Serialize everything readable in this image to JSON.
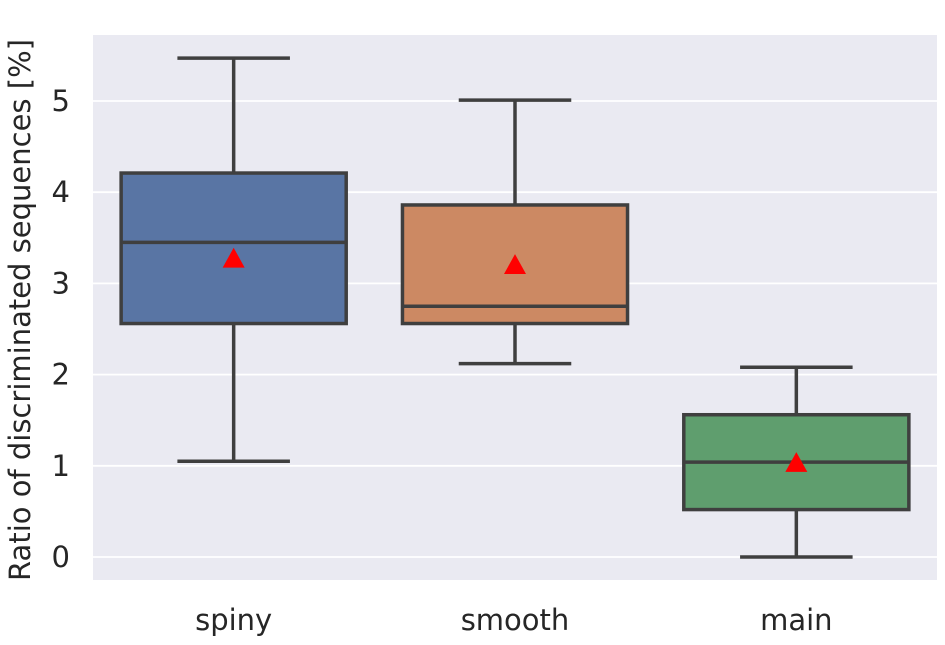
{
  "chart_data": {
    "type": "box",
    "xlabel": "",
    "ylabel": "Ratio of discriminated sequences [%]",
    "categories": [
      "spiny",
      "smooth",
      "main"
    ],
    "ylim": [
      -0.25,
      5.75
    ],
    "yticks": [
      "0",
      "1",
      "2",
      "3",
      "4",
      "5"
    ],
    "grid": true,
    "boxes": [
      {
        "name": "spiny",
        "whisker_low": 1.05,
        "q1": 2.56,
        "median": 3.45,
        "q3": 4.21,
        "whisker_high": 5.47,
        "mean": 3.27,
        "color": "#5975a4"
      },
      {
        "name": "smooth",
        "whisker_low": 2.12,
        "q1": 2.56,
        "median": 2.75,
        "q3": 3.86,
        "whisker_high": 5.01,
        "mean": 3.2,
        "color": "#cc8963"
      },
      {
        "name": "main",
        "whisker_low": 0.0,
        "q1": 0.52,
        "median": 1.04,
        "q3": 1.56,
        "whisker_high": 2.08,
        "mean": 1.03,
        "color": "#5f9e6e"
      }
    ],
    "mean_marker": {
      "shape": "triangle",
      "color": "#ff0000"
    },
    "plot_background": "#eaeaf2",
    "grid_color": "#ffffff",
    "line_color": "#3f3f3f"
  }
}
